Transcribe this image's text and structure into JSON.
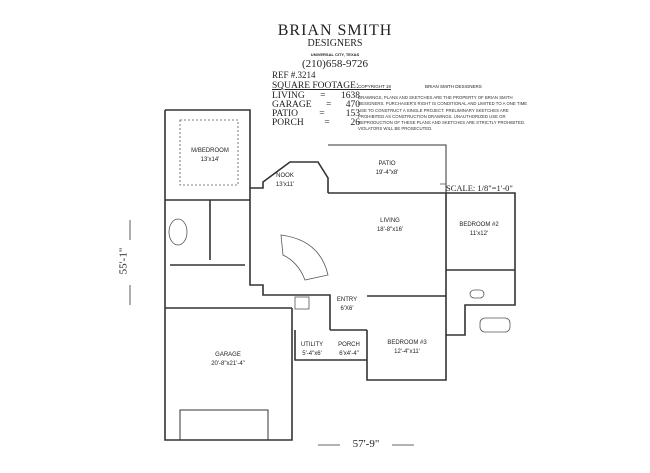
{
  "header": {
    "company": "BRIAN SMITH",
    "subtitle": "DESIGNERS",
    "location": "UNIVERSAL CITY, TEXAS",
    "phone": "(210)658-9726",
    "ref": "REF #.3214"
  },
  "square_footage": {
    "title": "SQUARE FOOTAGE:",
    "rows": [
      {
        "label": "LIVING",
        "eq": "=",
        "value": "1638"
      },
      {
        "label": "GARAGE",
        "eq": "=",
        "value": "470"
      },
      {
        "label": "PATIO",
        "eq": "=",
        "value": "153"
      },
      {
        "label": "PORCH",
        "eq": "=",
        "value": "26"
      }
    ]
  },
  "copyright": {
    "line": "COPYRIGHT 19",
    "owner": "BRIAN SMITH DESIGNERS",
    "text": "DRAWINGS, PLANS AND SKETCHES ARE THE PROPERTY OF BRIAN SMITH DESIGNERS. PURCHASER'S RIGHT IS CONDITIONAL AND LIMITED TO A ONE TIME USE TO CONSTRUCT A SINGLE PROJECT. PRELIMINARY SKETCHES ARE PROHIBITED AS CONSTRUCTION DRAWINGS. UNAUTHORIZED USE OR REPRODUCTION OF THESE PLANS AND SKETCHES ARE STRICTLY PROHIBITED. VIOLATORS WILL BE PROSECUTED."
  },
  "scale": "SCALE: 1/8\"=1'-0\"",
  "rooms": {
    "master": {
      "name": "M/BEDROOM",
      "size": "13'x14'"
    },
    "nook": {
      "name": "NOOK",
      "size": "13'x11'"
    },
    "patio": {
      "name": "PATIO",
      "size": "19'-4\"x8'"
    },
    "living": {
      "name": "LIVING",
      "size": "18'-8\"x16'"
    },
    "bedroom2": {
      "name": "BEDROOM #2",
      "size": "11'x12'"
    },
    "entry": {
      "name": "ENTRY",
      "size": "6'X6'"
    },
    "garage": {
      "name": "GARAGE",
      "size": "20'-8\"x21'-4\""
    },
    "utility": {
      "name": "UTILITY",
      "size": "5'-4\"x6'"
    },
    "porch": {
      "name": "PORCH",
      "size": "6'x4'-4\""
    },
    "bedroom3": {
      "name": "BEDROOM #3",
      "size": "12'-4\"x11'"
    }
  },
  "dimensions": {
    "depth": "55'-1\"",
    "width": "57'-9\""
  }
}
